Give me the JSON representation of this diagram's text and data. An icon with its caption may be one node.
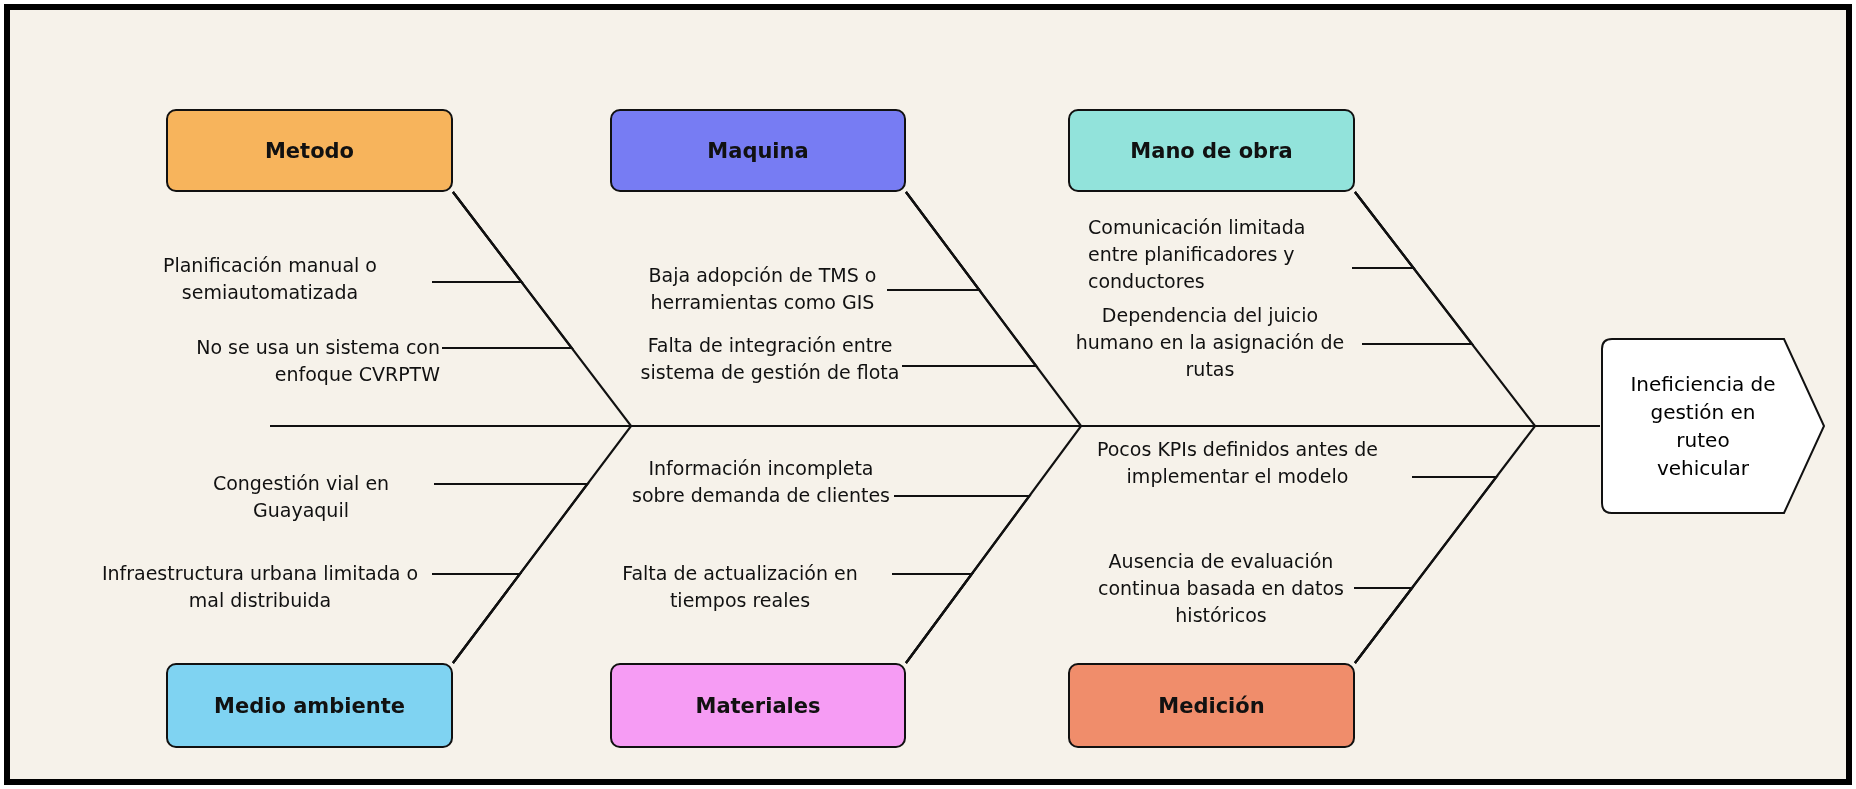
{
  "diagram": {
    "nodes": [
      {
        "text": [
          "Metodo"
        ]
      },
      {
        "text": [
          "Maquina"
        ]
      },
      {
        "text": [
          "Mano de obra"
        ]
      },
      {
        "text": [
          "Planificación manual o semiautomatizada"
        ]
      },
      {
        "text": [
          "No se usa un sistema con enfoque CVRPTW"
        ]
      },
      {
        "text": [
          "Baja adopción de TMS o herramientas como GIS"
        ]
      },
      {
        "text": [
          "Falta de integración entre sistema de gestión de flota"
        ]
      },
      {
        "text": [
          "Comunicación limitada entre planificadores y conductores"
        ]
      },
      {
        "text": [
          "Dependencia del juicio humano en la asignación de rutas"
        ]
      },
      {
        "text": [
          "Ineficiencia de gestión en ruteo vehicular"
        ]
      },
      {
        "text": [
          "Congestión vial en Guayaquil"
        ]
      },
      {
        "text": [
          "Infraestructura urbana limitada o mal distribuida"
        ]
      },
      {
        "text": [
          "Información incompleta sobre demanda de clientes"
        ]
      },
      {
        "text": [
          "Falta de actualización en tiempos reales"
        ]
      },
      {
        "text": [
          "Pocos KPIs definidos antes de implementar el modelo"
        ]
      },
      {
        "text": [
          "Ausencia de evaluación continua basada en datos históricos"
        ]
      },
      {
        "text": [
          "Medio ambiente"
        ]
      },
      {
        "text": [
          "Materiales"
        ]
      },
      {
        "text": [
          "Medición"
        ]
      }
    ],
    "edges": [
      {
        "from": null,
        "to": 9,
        "arrow": "none"
      },
      {
        "from": 0,
        "to": 9,
        "arrow": "none"
      },
      {
        "from": 1,
        "to": 9,
        "arrow": "none"
      },
      {
        "from": 2,
        "to": 9,
        "arrow": "none"
      },
      {
        "from": 16,
        "to": 9,
        "arrow": "none"
      },
      {
        "from": 17,
        "to": 9,
        "arrow": "none"
      },
      {
        "from": 18,
        "to": 9,
        "arrow": "none"
      },
      {
        "from": 3,
        "to": 0,
        "arrow": "none"
      },
      {
        "from": 4,
        "to": 0,
        "arrow": "none"
      },
      {
        "from": 5,
        "to": 1,
        "arrow": "none"
      },
      {
        "from": 6,
        "to": 1,
        "arrow": "none"
      },
      {
        "from": 7,
        "to": 2,
        "arrow": "none"
      },
      {
        "from": 8,
        "to": 2,
        "arrow": "none"
      },
      {
        "from": 10,
        "to": 16,
        "arrow": "none"
      },
      {
        "from": 11,
        "to": 16,
        "arrow": "none"
      },
      {
        "from": 12,
        "to": 17,
        "arrow": "none"
      },
      {
        "from": 13,
        "to": 17,
        "arrow": "none"
      },
      {
        "from": 14,
        "to": 18,
        "arrow": "none"
      },
      {
        "from": 15,
        "to": 18,
        "arrow": "none"
      }
    ]
  }
}
